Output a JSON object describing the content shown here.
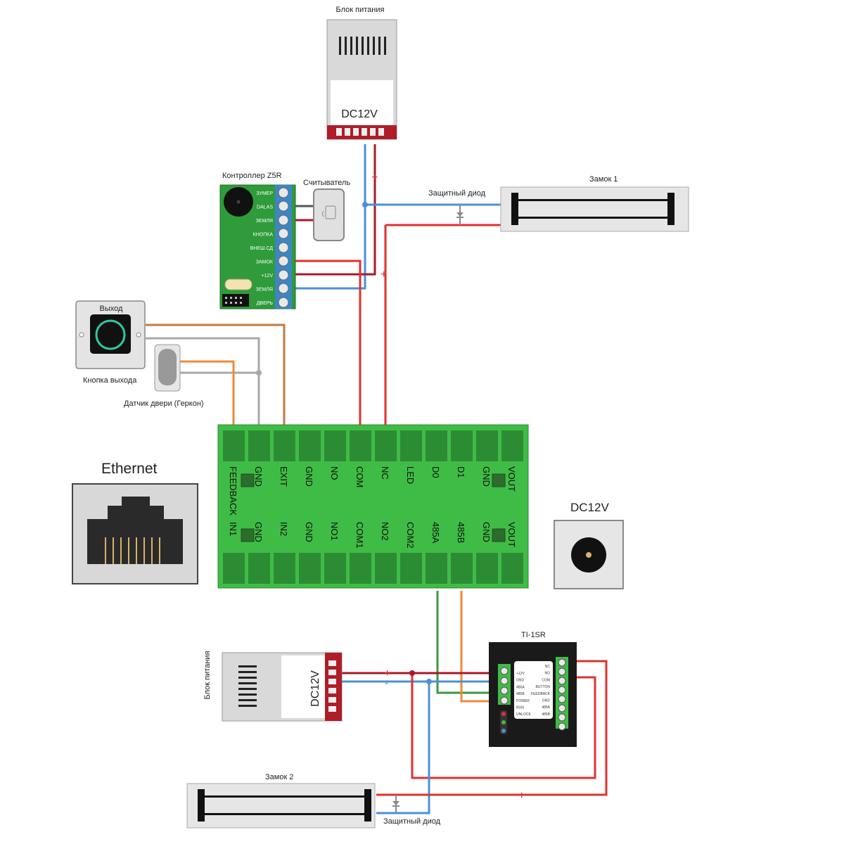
{
  "labels": {
    "psu_top_title": "Блок питания",
    "psu_top_voltage": "DC12V",
    "controller_title": "Контроллер Z5R",
    "reader_title": "Считыватель",
    "diode_top": "Защитный диод",
    "lock1_title": "Замок 1",
    "exit_panel_caption": "Выход",
    "exit_button_title": "Кнопка выхода",
    "door_sensor_title": "Датчик двери (Геркон)",
    "ethernet_title": "Ethernet",
    "dc_jack_title": "DC12V",
    "ti_title": "TI-1SR",
    "psu_bottom_title": "Блок питания",
    "psu_bottom_voltage": "DC12V",
    "lock2_title": "Замок 2",
    "diode_bottom": "Защитный диод",
    "plus": "+",
    "minus": "-"
  },
  "controller_terminals": [
    "ЗУМЕР",
    "DALAS",
    "ЗЕМЛЯ",
    "КНОПКА",
    "ВНЕШ.СД",
    "ЗАМОК",
    "+12V",
    "ЗЕМЛЯ",
    "ДВЕРЬ"
  ],
  "board_top_labels": [
    "FEEDBACK",
    "GND",
    "EXIT",
    "GND",
    "NO",
    "COM",
    "NC",
    "LED",
    "D0",
    "D1",
    "GND",
    "VOUT"
  ],
  "board_bottom_labels": [
    "IN1",
    "GND",
    "IN2",
    "GND",
    "NO1",
    "COM1",
    "NO2",
    "COM2",
    "485A",
    "485B",
    "GND",
    "VOUT"
  ],
  "ti_left_labels": [
    "+12V",
    "GND",
    "485A",
    "485B",
    "POWER",
    "RUN",
    "UNLOCK"
  ],
  "ti_right_labels": [
    "NC",
    "NO",
    "COM",
    "BUTTON",
    "FEEDBACK",
    "GND",
    "485A",
    "485B"
  ],
  "colors": {
    "board_green": "#3fbc45",
    "wire_red": "#e03030",
    "wire_darkred": "#a8182a",
    "wire_blue": "#4a90d9",
    "wire_orange": "#ee8a3a",
    "wire_brown": "#c07a45",
    "wire_gray": "#a8a8a8",
    "wire_green": "#3a9a3e"
  }
}
